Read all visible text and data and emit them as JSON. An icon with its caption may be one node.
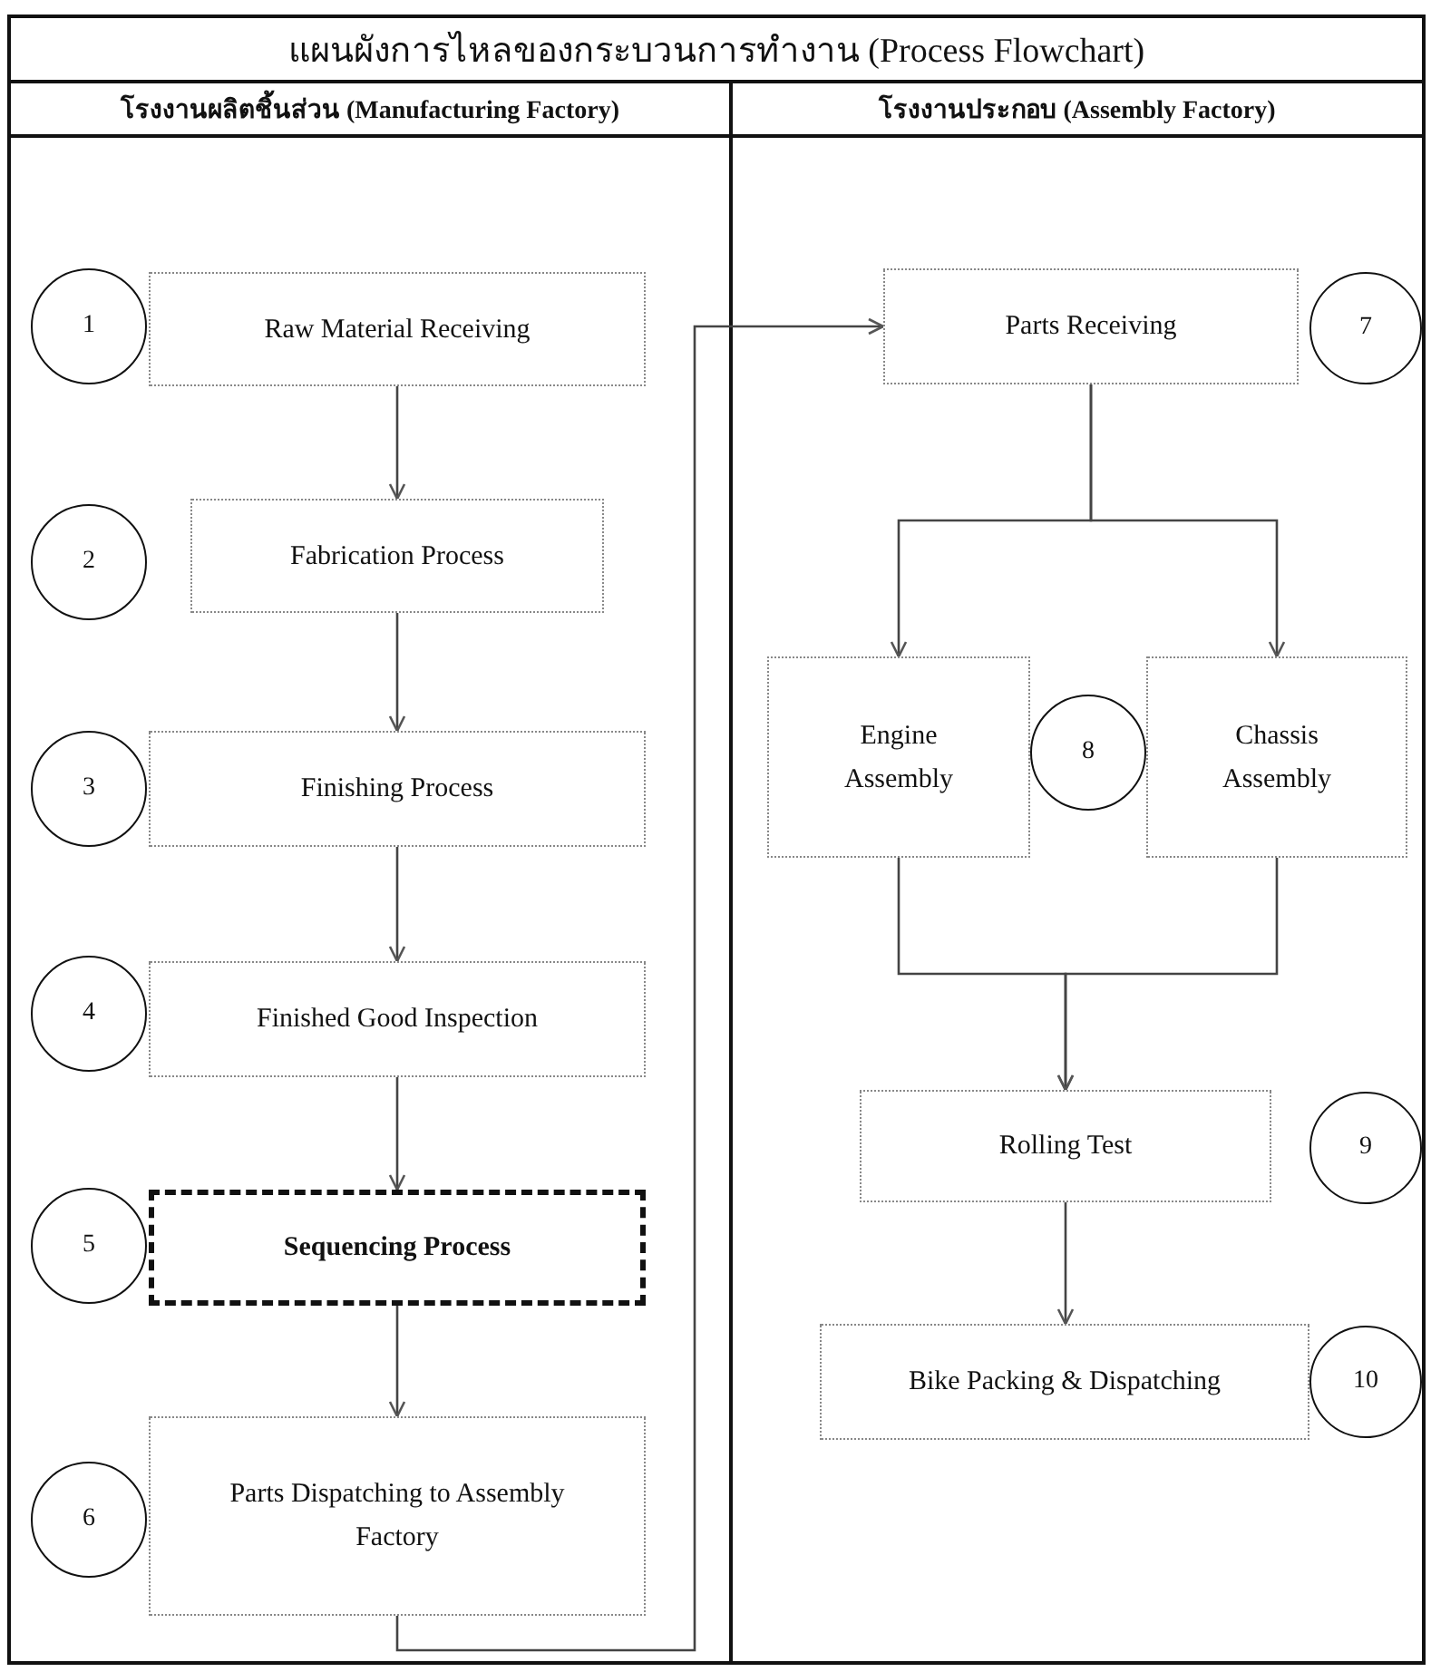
{
  "diagram": {
    "title": "แผนผังการไหลของกระบวนการทำงาน (Process Flowchart)",
    "nodes": [
      {
        "text": [
          "โรงงานผลิตชิ้นส่วน (Manufacturing Factory)"
        ]
      },
      {
        "text": [
          "โรงงานประกอบ (Assembly Factory)"
        ]
      },
      {
        "text": [
          "1"
        ],
        "in": 0
      },
      {
        "text": [
          "Raw Material Receiving"
        ],
        "in": 0
      },
      {
        "text": [
          "2"
        ],
        "in": 0
      },
      {
        "text": [
          "Fabrication Process"
        ],
        "in": 0
      },
      {
        "text": [
          "3"
        ],
        "in": 0
      },
      {
        "text": [
          "Finishing Process"
        ],
        "in": 0
      },
      {
        "text": [
          "4"
        ],
        "in": 0
      },
      {
        "text": [
          "Finished Good Inspection"
        ],
        "in": 0
      },
      {
        "text": [
          "5"
        ],
        "in": 0
      },
      {
        "text": [
          "Sequencing Process"
        ],
        "in": 0
      },
      {
        "text": [
          "6"
        ],
        "in": 0
      },
      {
        "text": [
          "Parts Dispatching to Assembly Factory"
        ],
        "in": 0
      },
      {
        "text": [
          "Parts Receiving"
        ],
        "in": 1
      },
      {
        "text": [
          "7"
        ],
        "in": 1
      },
      {
        "text": [
          "Engine Assembly"
        ],
        "in": 1
      },
      {
        "text": [
          "8"
        ],
        "in": 1
      },
      {
        "text": [
          "Chassis Assembly"
        ],
        "in": 1
      },
      {
        "text": [
          "Rolling Test"
        ],
        "in": 1
      },
      {
        "text": [
          "9"
        ],
        "in": 1
      },
      {
        "text": [
          "Bike Packing & Dispatching"
        ],
        "in": 1
      },
      {
        "text": [
          "10"
        ],
        "in": 1
      }
    ],
    "edges": [
      {
        "from": 3,
        "to": 5,
        "arrow": "to"
      },
      {
        "from": 5,
        "to": 7,
        "arrow": "to"
      },
      {
        "from": 7,
        "to": 9,
        "arrow": "to"
      },
      {
        "from": 9,
        "to": 11,
        "arrow": "to"
      },
      {
        "from": 11,
        "to": 13,
        "arrow": "to"
      },
      {
        "from": 13,
        "to": 14,
        "arrow": "to"
      },
      {
        "from": 14,
        "to": 16,
        "arrow": "to"
      },
      {
        "from": 14,
        "to": 18,
        "arrow": "to"
      },
      {
        "from": 16,
        "to": 19,
        "arrow": "to"
      },
      {
        "from": 18,
        "to": 19,
        "arrow": "to"
      },
      {
        "from": 19,
        "to": 21,
        "arrow": "to"
      }
    ]
  }
}
